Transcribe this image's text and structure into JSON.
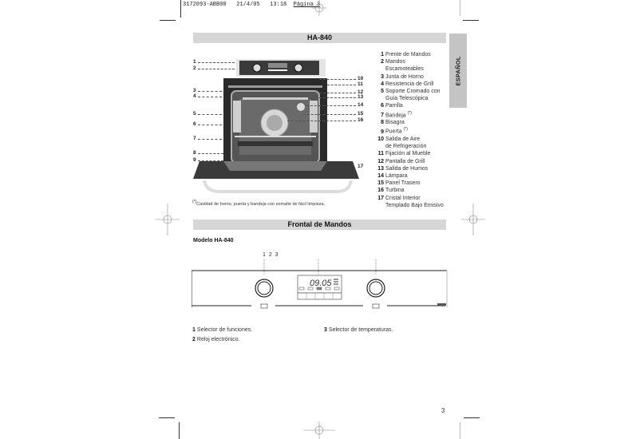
{
  "print_slug": {
    "job": "3172093-ABB00",
    "date": "21/4/05",
    "time": "13:18",
    "page_label": "Página 3"
  },
  "side_tab": {
    "label": "ESPAÑOL"
  },
  "section1": {
    "title": "HA-840",
    "callouts_left": [
      "1",
      "2",
      "3",
      "4",
      "5",
      "6",
      "7",
      "8",
      "9"
    ],
    "callouts_right": [
      "10",
      "11",
      "12",
      "13",
      "14",
      "15",
      "16",
      "17"
    ],
    "legend": [
      {
        "num": "1",
        "text": "Frente de Mandos"
      },
      {
        "num": "2",
        "text": "Mandos",
        "cont": "Escamoteables"
      },
      {
        "num": "3",
        "text": "Junta de Horno"
      },
      {
        "num": "4",
        "text": "Resistencia de Grill"
      },
      {
        "num": "5",
        "text": "Soporte Cromado con",
        "cont": "Guía Telescópica"
      },
      {
        "num": "6",
        "text": "Parrilla"
      },
      {
        "num": "7",
        "text": "Bandeja",
        "mark": "(*)"
      },
      {
        "num": "8",
        "text": "Bisagra"
      },
      {
        "num": "9",
        "text": "Puerta",
        "mark": "(*)"
      },
      {
        "num": "10",
        "text": "Salida de Aire",
        "cont": "de Refrigeración"
      },
      {
        "num": "11",
        "text": "Fijación al Mueble"
      },
      {
        "num": "12",
        "text": "Pantalla de Grill"
      },
      {
        "num": "13",
        "text": "Salida de Humos"
      },
      {
        "num": "14",
        "text": "Lámpara"
      },
      {
        "num": "15",
        "text": "Panel Trasero"
      },
      {
        "num": "16",
        "text": "Turbina"
      },
      {
        "num": "17",
        "text": "Cristal Interior",
        "cont": "Templado Bajo Emisivo"
      }
    ],
    "footnote_mark": "(*)",
    "footnote": "Cavidad de horno, puerta y bandeja con esmalte de fácil limpieza."
  },
  "section2": {
    "title": "Frontal de Mandos",
    "model": "Modelo HA-840",
    "callout_numbers": "1 2 3",
    "display": {
      "time": "09.05"
    },
    "items": [
      {
        "num": "1",
        "text": "Selector de funciones."
      },
      {
        "num": "2",
        "text": "Reloj electrónico."
      },
      {
        "num": "3",
        "text": "Selector de temperaturas."
      }
    ]
  },
  "page_number": "3"
}
